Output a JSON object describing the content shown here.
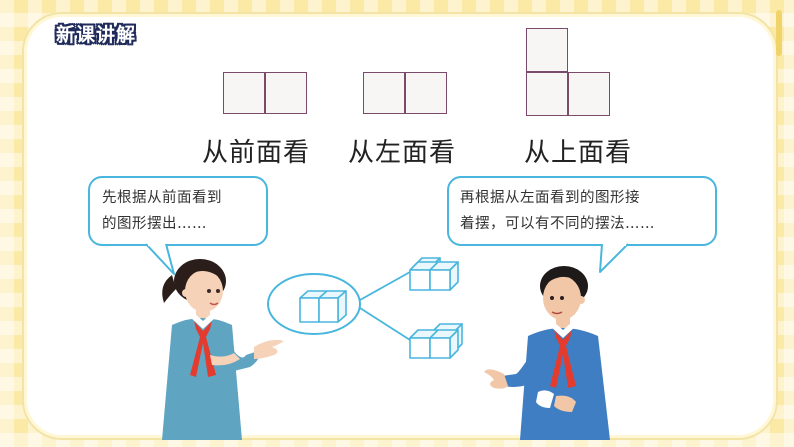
{
  "header": {
    "section_title": "新课讲解"
  },
  "views": {
    "front_label": "从前面看",
    "left_label": "从左面看",
    "top_label": "从上面看"
  },
  "speech": {
    "girl": "先根据从前面看到\n的图形摆出……",
    "boy": "再根据从左面看到的图形接\n着摆，可以有不同的摆法……"
  },
  "colors": {
    "accent_blue": "#49b6dd",
    "cube_face": "#dff3fb",
    "cell_border": "#7a4a6a",
    "background": "#fbeaa6"
  }
}
